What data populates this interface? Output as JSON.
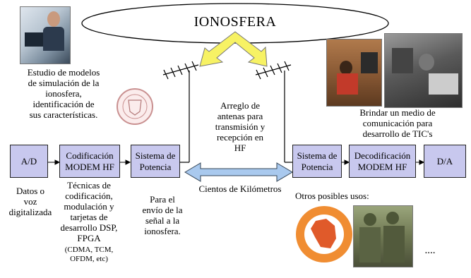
{
  "ionosphere_label": "IONOSFERA",
  "top_left_text": [
    "Estudio de modelos",
    "de simulación de la",
    "ionosfera,",
    "identificación de",
    "sus características."
  ],
  "antenna_array_text": [
    "Arreglo de",
    "antenas para",
    "transmisión y",
    "recepción en",
    "HF"
  ],
  "distance_label": "Cientos de Kilómetros",
  "top_right_text": [
    "Brindar un medio de",
    "comunicación para",
    "desarrollo de TIC's"
  ],
  "boxes": {
    "ad": "A/D",
    "cod": [
      "Codificación",
      "MODEM HF"
    ],
    "sys_tx": [
      "Sistema de",
      "Potencia"
    ],
    "sys_rx": [
      "Sistema de",
      "Potencia"
    ],
    "decod": [
      "Decodificación",
      "MODEM HF"
    ],
    "da": "D/A"
  },
  "below_ad": [
    "Datos o",
    "voz",
    "digitalizada"
  ],
  "below_cod": [
    "Técnicas de",
    "codificación,",
    "modulación  y",
    "tarjetas de",
    "desarrollo DSP,",
    "FPGA"
  ],
  "below_cod_small": [
    "(CDMA, TCM,",
    "OFDM, etc)"
  ],
  "below_sys": [
    "Para el",
    "envío de la",
    "señal a la",
    "ionosfera."
  ],
  "other_uses": "Otros posibles usos:",
  "ellipsis": "....",
  "colors": {
    "box_fill": "#c8c8ee",
    "arrow_fill": "#f7f264",
    "dbl_arrow_fill": "#a9c9ee"
  }
}
